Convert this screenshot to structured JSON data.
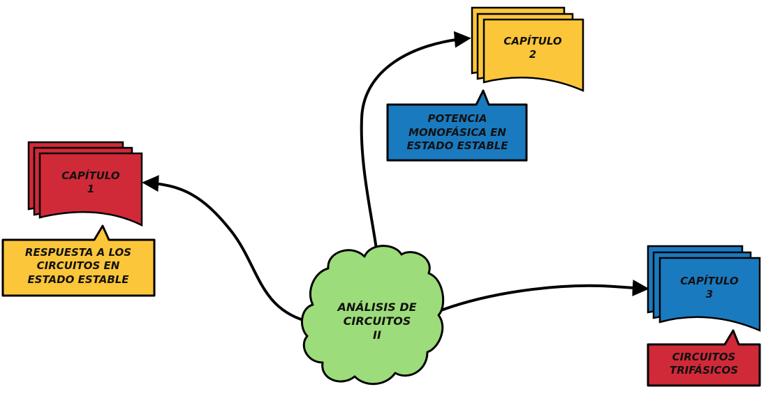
{
  "center": {
    "lines": [
      "ANÁLISIS DE",
      "CIRCUITOS",
      "II"
    ],
    "color": "#9ddc7a"
  },
  "chapters": [
    {
      "title": "CAPÍTULO",
      "number": "1",
      "color": "#d02a38",
      "callout": {
        "lines": [
          "RESPUESTA A LOS",
          "CIRCUITOS EN",
          "ESTADO ESTABLE"
        ],
        "color": "#fcc63a"
      }
    },
    {
      "title": "CAPÍTULO",
      "number": "2",
      "color": "#fcc63a",
      "callout": {
        "lines": [
          "POTENCIA",
          "MONOFÁSICA EN",
          "ESTADO ESTABLE"
        ],
        "color": "#1a7ac0"
      }
    },
    {
      "title": "CAPÍTULO",
      "number": "3",
      "color": "#1a7ac0",
      "callout": {
        "lines": [
          "CIRCUITOS",
          "TRIFÁSICOS"
        ],
        "color": "#d02a38"
      }
    }
  ]
}
